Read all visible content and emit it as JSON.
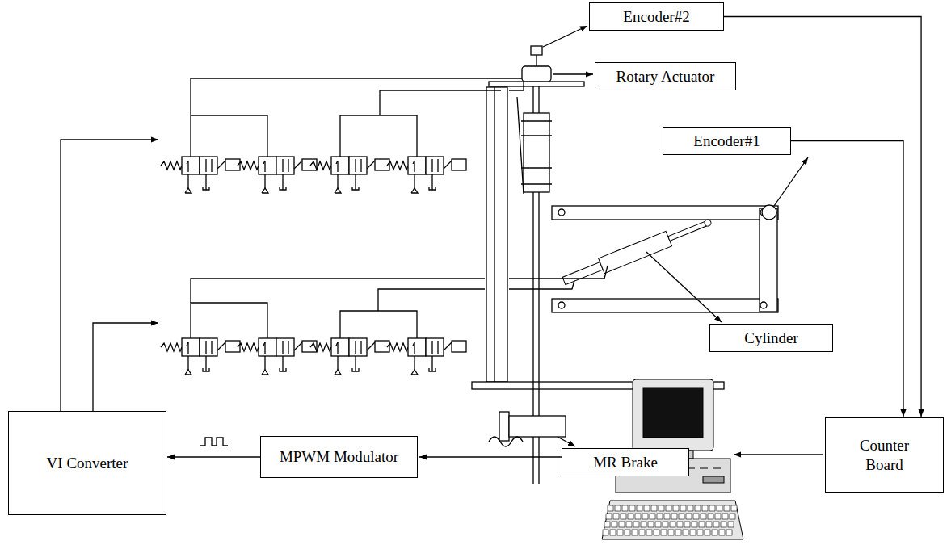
{
  "diagram": {
    "nodes": [
      {
        "text": [
          "Encoder#2"
        ]
      },
      {
        "text": [
          "Rotary Actuator"
        ]
      },
      {
        "text": [
          "Encoder#1"
        ]
      },
      {
        "text": [
          "Cylinder"
        ]
      },
      {
        "text": [
          "MR Brake"
        ]
      },
      {
        "text": [
          "VI Converter"
        ]
      },
      {
        "text": [
          "MPWM Modulator"
        ]
      },
      {
        "text": [
          "Counter Board"
        ]
      }
    ],
    "edges": [
      {
        "from": 0,
        "to": 7,
        "arrow": "to"
      },
      {
        "from": 2,
        "to": 7,
        "arrow": "to"
      },
      {
        "from": 6,
        "to": 5,
        "arrow": "to"
      }
    ]
  }
}
